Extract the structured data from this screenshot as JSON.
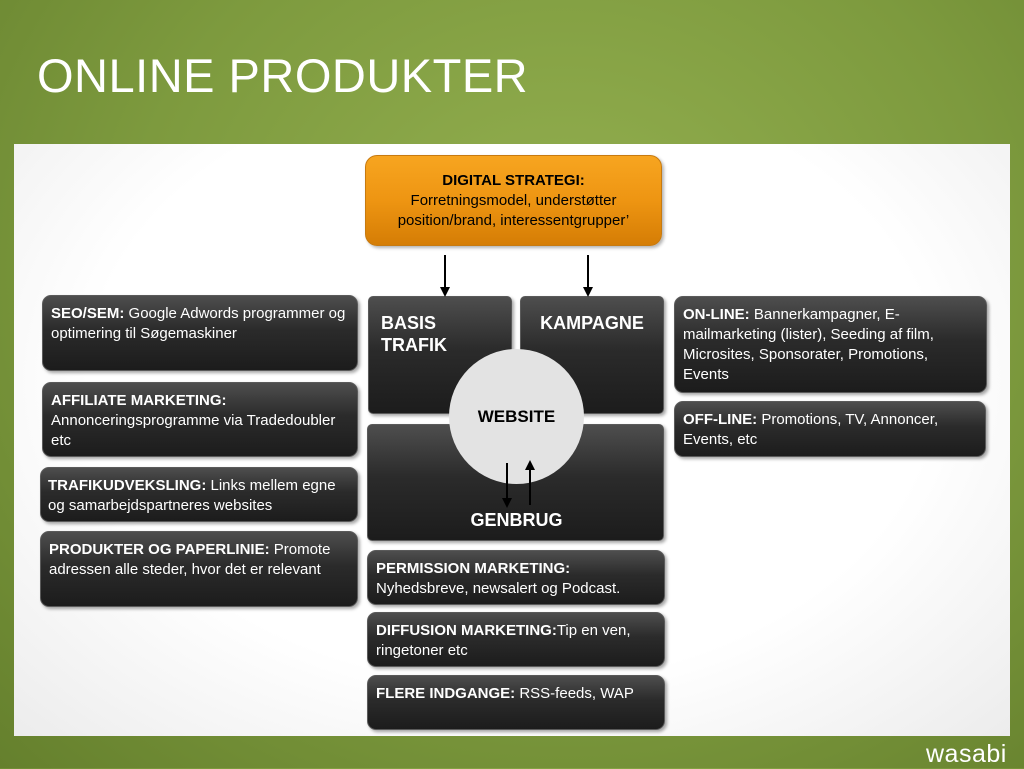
{
  "title": "ONLINE PRODUKTER",
  "logo": "wasabi",
  "strategy": {
    "heading": "DIGITAL STRATEGI:",
    "line1": "Forretningsmodel, understøtter",
    "line2": "position/brand, interessentgrupper’"
  },
  "center": {
    "basis": "BASIS TRAFIK",
    "kampagne": "KAMPAGNE",
    "website": "WEBSITE",
    "genbrug": "GENBRUG"
  },
  "left_boxes": [
    {
      "label": "SEO/SEM:",
      "text": "Google Adwords programmer og optimering til Søgemaskiner"
    },
    {
      "label": "AFFILIATE MARKETING:",
      "text": "Annonceringsprogramme via Tradedoubler etc"
    },
    {
      "label": "TRAFIKUDVEKSLING:",
      "text": "Links mellem egne og samarbejdspartneres websites"
    },
    {
      "label": "PRODUKTER OG PAPERLINIE:",
      "text": "Promote adressen alle steder, hvor det er relevant"
    }
  ],
  "right_boxes": [
    {
      "label": "ON-LINE:",
      "text": "Bannerkampagner, E-mailmarketing (lister), Seeding af film, Microsites, Sponsorater, Promotions, Events"
    },
    {
      "label": "OFF-LINE:",
      "text": "Promotions, TV, Annoncer, Events, etc"
    }
  ],
  "bottom_boxes": [
    {
      "label": "PERMISSION MARKETING:",
      "text": "Nyhedsbreve, newsalert og Podcast."
    },
    {
      "label": "DIFFUSION MARKETING:",
      "text": "Tip en ven, ringetoner etc"
    },
    {
      "label": "FLERE INDGANGE:",
      "text": "RSS-feeds, WAP"
    }
  ],
  "colors": {
    "background": "#7d9a3e",
    "strategy": "#ee9512",
    "box": "#2b2b2b",
    "circle": "#e3e3e3"
  }
}
